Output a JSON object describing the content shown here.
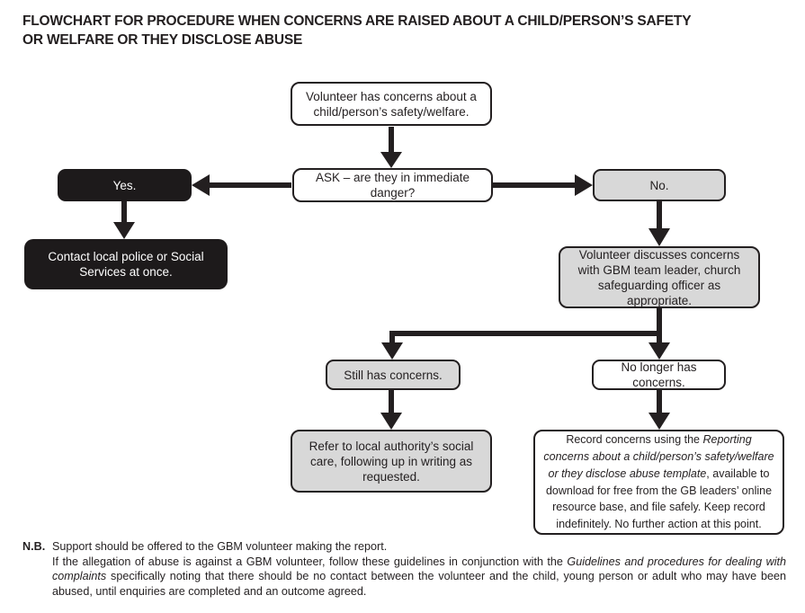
{
  "title": {
    "line1": "FLOWCHART FOR PROCEDURE WHEN CONCERNS ARE RAISED ABOUT A CHILD/PERSON’S SAFETY",
    "line2": "OR WELFARE OR THEY DISCLOSE ABUSE"
  },
  "colors": {
    "ink": "#231f20",
    "box_gray_fill": "#d8d8d8",
    "box_black_fill": "#1d1a1b",
    "box_white_fill": "#ffffff"
  },
  "flowchart": {
    "start": "Volunteer has concerns about a child/person’s safety/welfare.",
    "ask": "ASK – are they in immediate danger?",
    "yes": "Yes.",
    "no": "No.",
    "contact": "Contact local police or Social Services at once.",
    "discuss": "Volunteer discusses concerns with GBM team leader, church safeguarding officer as appropriate.",
    "still_concerns": "Still has concerns.",
    "no_longer_concerns": "No longer has concerns.",
    "refer": "Refer to local authority’s social care, following up in writing as requested.",
    "record": {
      "pre": "Record concerns using the ",
      "italic": "Reporting concerns about a child/person’s safety/welfare or they disclose abuse template",
      "post": ", available to download for free from the GB leaders’ online resource base, and file safely. Keep record indefinitely. No further action at this point."
    }
  },
  "note": {
    "label": "N.B.",
    "line1": "Support should be offered to the GBM volunteer making the report.",
    "para2_pre": "If the allegation of abuse is against a GBM volunteer, follow these guidelines in conjunction with the ",
    "para2_italic": "Guidelines and procedures for dealing with complaints",
    "para2_post": " specifically noting that there should be no contact between the volunteer and the child, young person or adult who may have been abused, until enquiries are completed and an outcome agreed."
  }
}
